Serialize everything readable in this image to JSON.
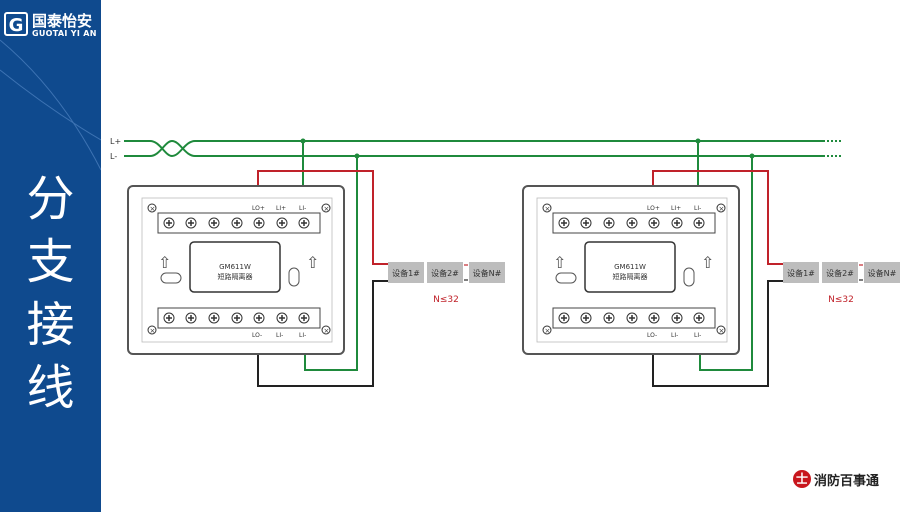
{
  "logo": {
    "icon": "g-logo-icon",
    "mark": "G",
    "cn": "国泰怡安",
    "en": "GUOTAI YI AN"
  },
  "sidebar": {
    "title_chars": [
      "分",
      "支",
      "接",
      "线"
    ]
  },
  "bus": {
    "lplus": "L+",
    "lminus": "L-"
  },
  "isolators": [
    {
      "model": "GM611W",
      "name": "短路隔离器",
      "top_terms": [
        "LO+",
        "LI+",
        "LI-"
      ],
      "bottom_terms": [
        "LO-",
        "LI-",
        "LI-"
      ],
      "devices": [
        "设备1#",
        "设备2#",
        "设备N#"
      ],
      "limit": "N≤32"
    },
    {
      "model": "GM611W",
      "name": "短路隔离器",
      "top_terms": [
        "LO+",
        "LI+",
        "LI-"
      ],
      "bottom_terms": [
        "LO-",
        "LI-",
        "LI-"
      ],
      "devices": [
        "设备1#",
        "设备2#",
        "设备N#"
      ],
      "limit": "N≤32"
    }
  ],
  "colors": {
    "sidebar": "#0f4a8e",
    "bus_wire": "#1f8a3c",
    "red_wire": "#c0222a",
    "black_wire": "#222222",
    "device_box": "#bdbdbd"
  },
  "brand": {
    "icon": "fire-extinguisher-icon",
    "mark": "士",
    "text": "消防百事通"
  }
}
